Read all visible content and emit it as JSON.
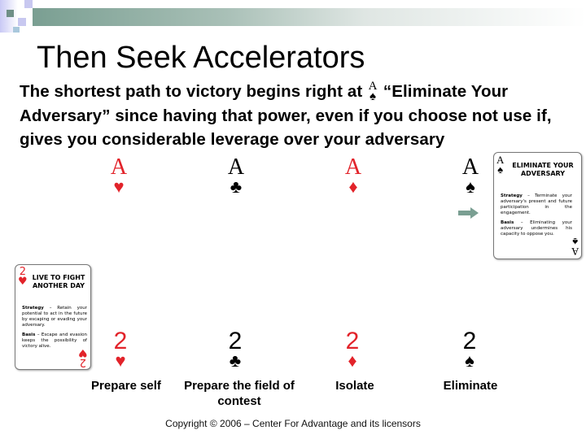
{
  "slide": {
    "title": "Then Seek Accelerators",
    "body_before_icon": "The shortest path to victory begins right at ",
    "body_after_icon": "“Eliminate Your Adversary” since having that power, even if you choose not use if, gives you considerable leverage over your adversary",
    "inline_card": {
      "rank": "A",
      "suit": "♠"
    },
    "aces": [
      {
        "rank": "A",
        "suit": "♥",
        "color": "#e2232a"
      },
      {
        "rank": "A",
        "suit": "♣",
        "color": "#000000"
      },
      {
        "rank": "A",
        "suit": "♦",
        "color": "#e2232a"
      },
      {
        "rank": "A",
        "suit": "♠",
        "color": "#000000"
      }
    ],
    "twos": [
      {
        "rank": "2",
        "suit": "♥",
        "label": "Prepare self"
      },
      {
        "rank": "2",
        "suit": "♣",
        "label": "Prepare the field of contest"
      },
      {
        "rank": "2",
        "suit": "♦",
        "label": "Isolate"
      },
      {
        "rank": "2",
        "suit": "♠",
        "label": "Eliminate"
      }
    ],
    "ace_card": {
      "rank": "A",
      "suit": "♠",
      "title": "ELIMINATE YOUR ADVERSARY",
      "strategy_label": "Strategy",
      "strategy": " – Terminate your adversary's present and future participation in the engagement.",
      "basis_label": "Basis",
      "basis": " – Eliminating your adversary undermines his capacity to oppose you."
    },
    "two_card": {
      "rank": "2",
      "suit": "♥",
      "title": "LIVE TO FIGHT ANOTHER DAY",
      "strategy_label": "Strategy",
      "strategy": " – Retain your potential to act in the future by escaping or evading your adversary.",
      "basis_label": "Basis",
      "basis": " – Escape and evasion keeps the possibility of victory alive."
    },
    "copyright": "Copyright © 2006 – Center For Advantage and its licensors",
    "colors": {
      "accent": "#7a9f92",
      "red": "#e2232a",
      "lavender": "#c8c8f0"
    }
  }
}
